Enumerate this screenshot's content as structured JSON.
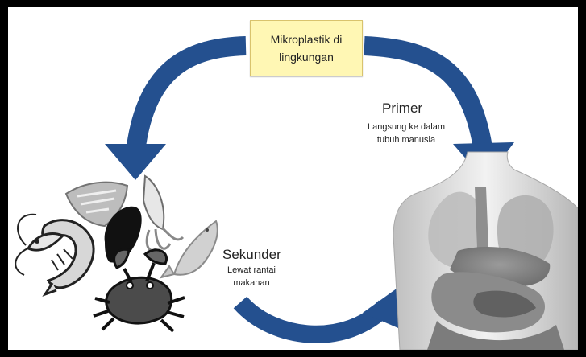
{
  "source": {
    "line1": "Mikroplastik di",
    "line2": "lingkungan"
  },
  "primary": {
    "title": "Primer",
    "desc_line1": "Langsung ke dalam",
    "desc_line2": "tubuh manusia"
  },
  "secondary": {
    "title": "Sekunder",
    "desc_line1": "Lewat rantai",
    "desc_line2": "makanan"
  },
  "colors": {
    "arrow": "#24508f",
    "source_fill": "#fff7b4",
    "body": "#d9d9d9"
  },
  "icons": [
    "shrimp-icon",
    "fish-fillet-icon",
    "mussel-icon",
    "squid-icon",
    "fish-icon",
    "crab-icon",
    "human-torso-icon"
  ]
}
